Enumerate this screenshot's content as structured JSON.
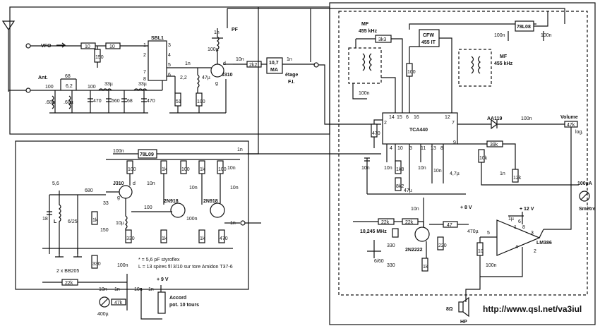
{
  "rf_stage": {
    "vfo_label": "VFO",
    "ant_label": "Ant.",
    "mixer_label": "SBL1",
    "mixer_pins": [
      "1",
      "2",
      "3",
      "4",
      "5",
      "6",
      "7",
      "8"
    ],
    "resistors": [
      "10",
      "150",
      "10",
      "51",
      "100",
      "2k2"
    ],
    "caps": [
      "68",
      "100",
      "6,2",
      "100",
      "470",
      "560",
      "68",
      "470",
      "2,2",
      "1n",
      "1n",
      "10n",
      "1n",
      "1n"
    ],
    "inductors": [
      ".68µ",
      ".68µ",
      "33µ",
      "33µ",
      "47µ",
      "100µ"
    ],
    "fet_label": "J310",
    "fet_pins": [
      "d",
      "g",
      "s"
    ],
    "pf_label": "PF",
    "ma_label_top": "10,7",
    "ma_label_bottom": "MA",
    "stage_label": "étage",
    "fi_label": "F.I."
  },
  "if_stage": {
    "mf1_label": "MF",
    "mf1_freq": "455 kHz",
    "mf2_label": "MF",
    "mf2_freq": "455 kHz",
    "r3k3": "3k3",
    "cfw_label": "CFW",
    "cfw_sub": "455 IT",
    "reg_label": "78L08",
    "r100": "100",
    "ic_label": "TCA440",
    "ic_pins_top": [
      "14",
      "15",
      "6",
      "16",
      "12",
      "7"
    ],
    "ic_pins_bottom": [
      "4",
      "10",
      "3",
      "11",
      "13",
      "8",
      "9"
    ],
    "ic_pin_left": "2",
    "r470": "470",
    "caps": [
      "100n",
      "100n",
      "100n",
      "10n",
      "10n",
      "10n",
      "47µ",
      "10n",
      "4,7µ",
      "1n",
      "100n"
    ],
    "r1k8": "1k8",
    "r8k2": "8k2",
    "r39k": "39k",
    "r10k": "10k",
    "r12k": "12k",
    "diode_label": "AA119",
    "volume_label": "Volume",
    "vol_pot": "47k",
    "log_label": "log.",
    "meter_range": "100µA",
    "meter_label": "Smètre"
  },
  "vfo_stage": {
    "reg_label": "78L09",
    "caps": [
      "100n",
      "1n",
      "10n",
      "10n",
      "10n",
      "100n",
      "10n",
      "10µ",
      "33",
      "150",
      "680",
      "5,6",
      "18",
      "6/25",
      "100n",
      "1n",
      "100",
      "10n",
      "1n",
      "10n",
      "1n"
    ],
    "resistors": [
      "100",
      "1k",
      "100",
      "1k",
      "100",
      "1k",
      "10k",
      "1k",
      "100",
      "1k",
      "330",
      "1k",
      "470",
      "330",
      "100",
      "22k",
      "1k"
    ],
    "fet_label": "J310",
    "fet_pins": [
      "d",
      "g"
    ],
    "t1_label": "2N918",
    "t2_label": "2N918",
    "l_label": "L",
    "mu": "10µ",
    "varicap_label": "2 x BB205",
    "note1": "* = 5,6 pF styroflex",
    "note2": "L = 13 spires fil 3/10 sur tore Amidon T37-6",
    "supply": "+ 9 V",
    "meter": "400µ",
    "pot": "47k",
    "accord_1": "Accord",
    "accord_2": "pot. 10 tours"
  },
  "bfo_af_stage": {
    "r22k_a": "22k",
    "r22k_b": "22k",
    "xtal_label": "10,245 MHz",
    "c330_a": "330",
    "c330_b": "330",
    "trim": "6/60",
    "transistor": "2N2222",
    "r1k": "1k",
    "r220": "220",
    "c10n": "10n",
    "r47": "47",
    "supply_8v": "+ 8 V",
    "supply_12v": "+ 12 V",
    "c470u": "470µ",
    "r10": "10",
    "c100n": "100n",
    "c1u": "1µ",
    "amp_label": "LM386",
    "amp_pins": [
      "5",
      "1",
      "8",
      "6",
      "3",
      "4",
      "2"
    ],
    "hp_label": "HP",
    "hp_imp": "8Ω",
    "site": "http://www.qsl.net/va3iul"
  }
}
